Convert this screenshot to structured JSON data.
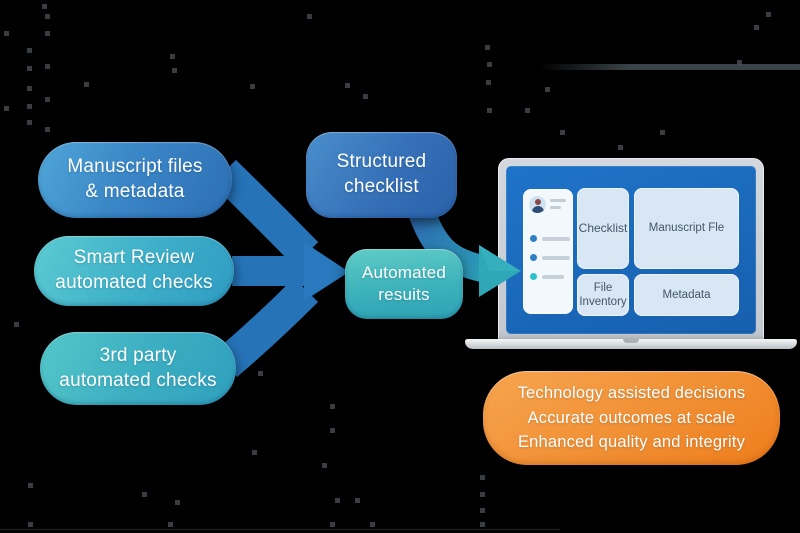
{
  "flow": {
    "inputs": [
      {
        "line1": "Manuscript files",
        "line2": "& metadata"
      },
      {
        "line1": "Smart Review",
        "line2": "automated checks"
      },
      {
        "line1": "3rd party",
        "line2": "automated checks"
      }
    ],
    "structured_checklist": {
      "line1": "Structured",
      "line2": "checklist"
    },
    "automated_results": {
      "line1": "Automated",
      "line2": "resuits"
    }
  },
  "laptop": {
    "screen": {
      "cards": [
        {
          "label": "Checklist"
        },
        {
          "label": "Manuscript Fle"
        },
        {
          "label": "File Inventory"
        },
        {
          "label": "Metadata"
        }
      ],
      "sidebar_bullet_colors": [
        "#2e7fc2",
        "#2e7fc2",
        "#2cc0c8"
      ]
    }
  },
  "outcome": {
    "lines": [
      "Technology assisted decisions",
      "Accurate outcomes at scale",
      "Enhanced quality and integrity"
    ]
  },
  "colors": {
    "background": "#000000",
    "input_blue": "#3a86c6",
    "input_teal": "#3cb1c9",
    "structured_blue": "#356fb6",
    "results_teal": "#3cb2bb",
    "arrow_blue": "#2673b8",
    "arrow_teal": "#2ea7b6",
    "screen_blue": "#1b6cc0",
    "screen_card_bg": "#d9e6f4",
    "outcome_orange": "#f19136",
    "text_white": "#ffffff",
    "card_text": "#44566b"
  }
}
